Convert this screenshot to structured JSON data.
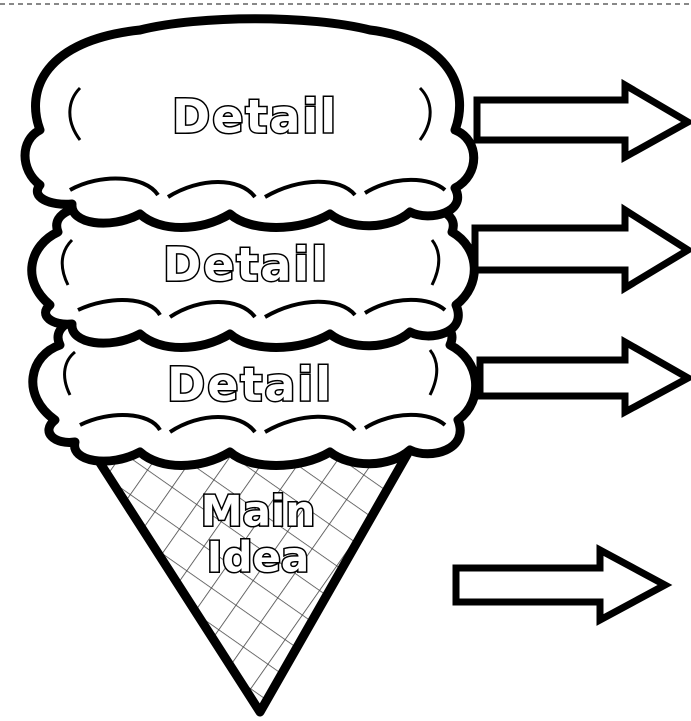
{
  "diagram": {
    "scoops": [
      {
        "label": "Detail"
      },
      {
        "label": "Detail"
      },
      {
        "label": "Detail"
      }
    ],
    "cone": {
      "line1": "Main",
      "line2": "Idea"
    },
    "arrow_count": 4,
    "colors": {
      "stroke": "#000000",
      "fill": "#ffffff",
      "dashed_border": "#888888"
    }
  }
}
